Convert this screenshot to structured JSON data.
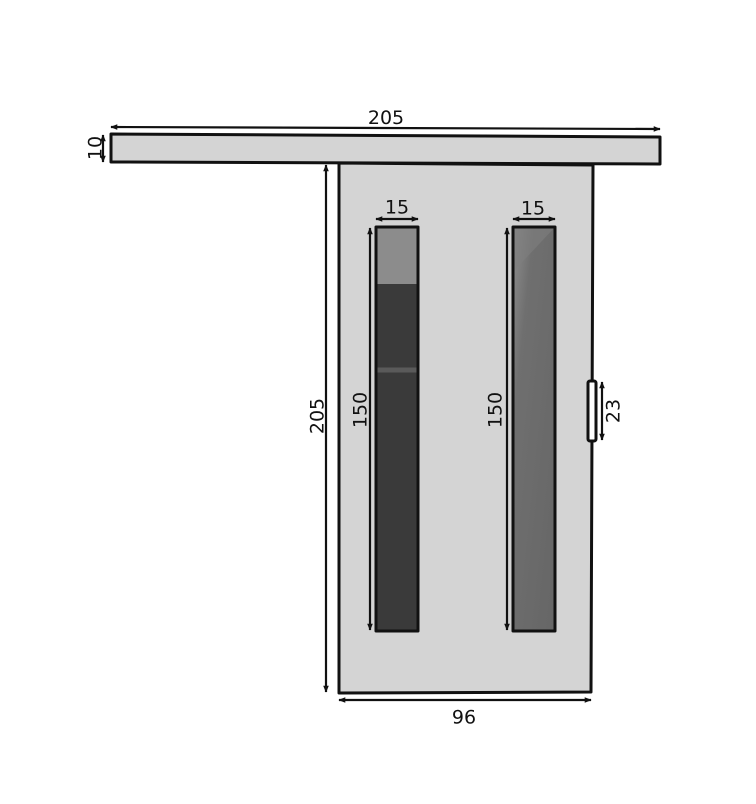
{
  "colors": {
    "door_fill": "#d4d4d4",
    "rail_fill": "#d4d4d4",
    "outline": "#111111",
    "glass_left_top": "#8c8c8c",
    "glass_left_main": "#3a3a3a",
    "glass_right": "#6c6c6c",
    "handle_fill": "#ffffff"
  },
  "dimensions": {
    "rail_length": "205",
    "rail_height": "10",
    "door_height": "205",
    "door_width": "96",
    "left_window_width": "15",
    "left_window_height": "150",
    "right_window_width": "15",
    "right_window_height": "150",
    "handle_height": "23"
  }
}
